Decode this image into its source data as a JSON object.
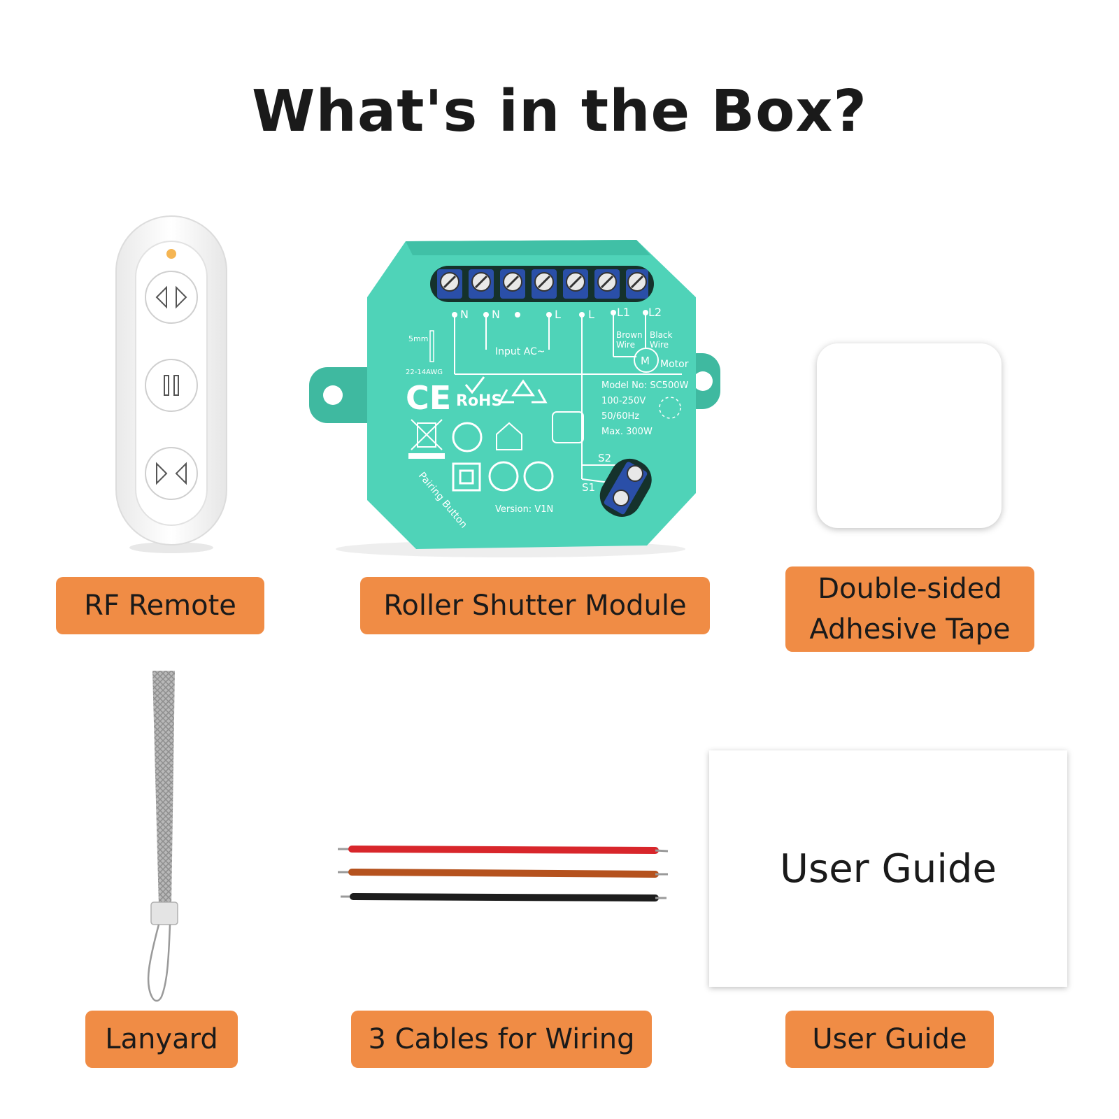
{
  "title": "What's in the Box?",
  "items": [
    {
      "name": "RF Remote"
    },
    {
      "name": "Roller Shutter Module"
    },
    {
      "name_lines": [
        "Double-sided",
        "Adhesive Tape"
      ]
    },
    {
      "name": "Lanyard"
    },
    {
      "name": "3 Cables for Wiring"
    },
    {
      "name": "User Guide"
    }
  ],
  "user_guide_card": "User Guide",
  "module": {
    "terminals": [
      "N",
      "N",
      "L",
      "L",
      "L1",
      "L2"
    ],
    "input_text": "Input  AC~",
    "brown_wire": [
      "Brown",
      "Wire"
    ],
    "black_wire": [
      "Black",
      "Wire"
    ],
    "motor_symbol": "M",
    "motor_label": "Motor",
    "wire_length": "5mm",
    "wire_gauge": "22-14AWG",
    "model": "Model No: SC500W",
    "voltage": "100-250V",
    "frequency": "50/60Hz",
    "max_power": "Max. 300W",
    "s2": "S2",
    "s1": "S1",
    "ce": "CE",
    "rohs": "RoHS",
    "pairing": "Pairing Button",
    "version": "Version: V1N"
  },
  "colors": {
    "label_bg": "#f08c45",
    "module_body": "#4fd3b8",
    "terminal_blue": "#2a4fa8",
    "cable_red": "#d8262b",
    "cable_brown": "#b5521e",
    "cable_black": "#1d1d1d"
  }
}
